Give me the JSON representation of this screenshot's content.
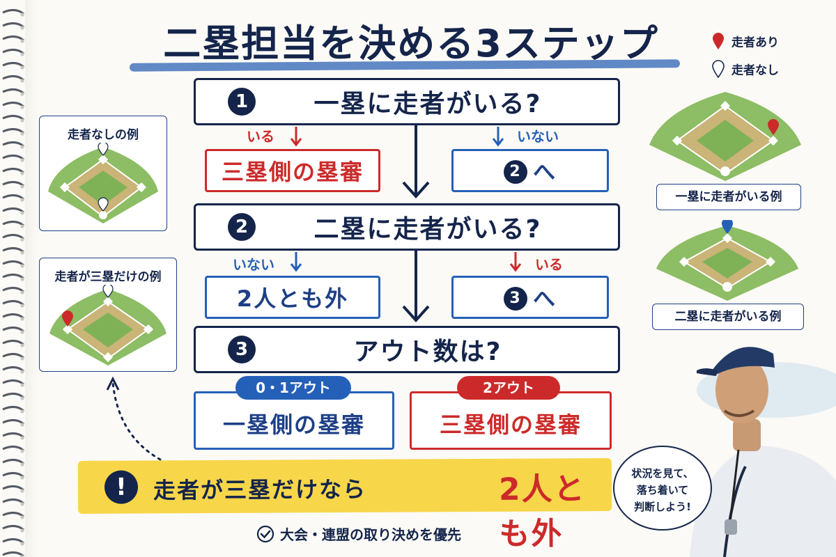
{
  "title": "二塁担当を決める3ステップ",
  "legend": {
    "with_runner": "走者あり",
    "no_runner": "走者なし"
  },
  "steps": [
    {
      "num": "1",
      "question": "一塁に走者がいる?",
      "left_branch": "いる",
      "left_answer": "三塁側の塁審",
      "right_branch": "いない",
      "right_answer_num": "2",
      "right_answer": "へ"
    },
    {
      "num": "2",
      "question": "二塁に走者がいる?",
      "left_branch": "いない",
      "left_answer": "2人とも外",
      "right_branch": "いる",
      "right_answer_num": "3",
      "right_answer": "へ"
    },
    {
      "num": "3",
      "question": "アウト数は?",
      "left_pill": "0・1アウト",
      "left_answer": "一塁側の塁審",
      "right_pill": "2アウト",
      "right_answer": "三塁側の塁審"
    }
  ],
  "left_examples": [
    {
      "caption": "走者なしの例"
    },
    {
      "caption": "走者が三塁だけの例"
    }
  ],
  "right_examples": [
    {
      "caption": "一塁に走者がいる例"
    },
    {
      "caption": "二塁に走者がいる例"
    }
  ],
  "warning": {
    "icon": "!",
    "text": "走者が三塁だけなら",
    "emphasis": "2人とも外"
  },
  "footnote": "大会・連盟の取り決めを優先",
  "speech_bubble": [
    "状況を見て、",
    "落ち着いて",
    "判断しよう!"
  ],
  "colors": {
    "navy": "#14244a",
    "red": "#cc2a2a",
    "blue": "#2560b8",
    "yellow": "#f7d64a",
    "field_green": "#7fb257"
  }
}
